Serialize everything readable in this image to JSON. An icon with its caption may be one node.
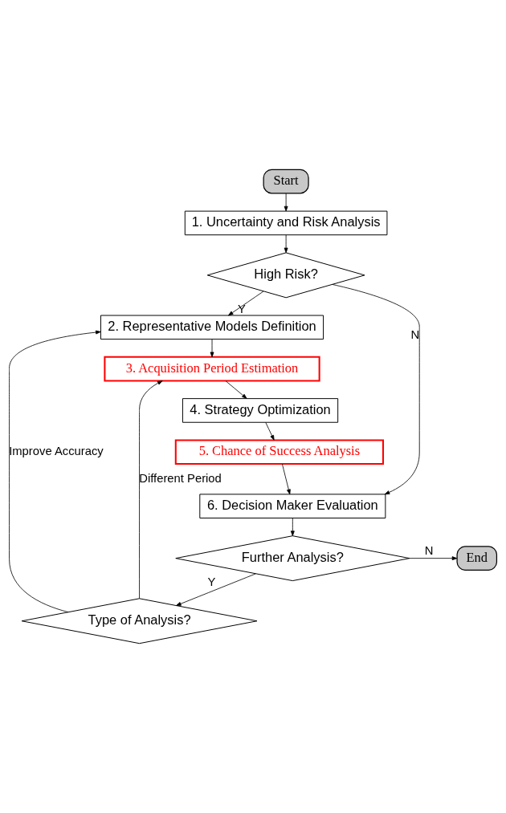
{
  "diagram": {
    "nodes": [
      {
        "text": [
          "Start"
        ]
      },
      {
        "text": [
          "1. Uncertainty and Risk Analysis"
        ]
      },
      {
        "text": [
          "High Risk?"
        ]
      },
      {
        "text": [
          "2. Representative Models Definition"
        ]
      },
      {
        "text": [
          "3. Acquisition Period Estimation"
        ]
      },
      {
        "text": [
          "4. Strategy Optimization"
        ]
      },
      {
        "text": [
          "5. Chance of Success Analysis"
        ]
      },
      {
        "text": [
          "6. Decision Maker Evaluation"
        ]
      },
      {
        "text": [
          "Further Analysis?"
        ]
      },
      {
        "text": [
          "End"
        ]
      },
      {
        "text": [
          "Type of Analysis?"
        ]
      }
    ],
    "edges": [
      {
        "from": 0,
        "to": 1,
        "arrow": "to"
      },
      {
        "from": 1,
        "to": 2,
        "arrow": "to"
      },
      {
        "from": 2,
        "to": 3,
        "arrow": "to",
        "label": "Y"
      },
      {
        "from": 2,
        "to": 7,
        "arrow": "to",
        "label": "N"
      },
      {
        "from": 3,
        "to": 4,
        "arrow": "to"
      },
      {
        "from": 4,
        "to": 5,
        "arrow": "to"
      },
      {
        "from": 5,
        "to": 6,
        "arrow": "to"
      },
      {
        "from": 6,
        "to": 7,
        "arrow": "to"
      },
      {
        "from": 7,
        "to": 8,
        "arrow": "to"
      },
      {
        "from": 8,
        "to": 9,
        "arrow": "to",
        "label": "N"
      },
      {
        "from": 8,
        "to": 10,
        "arrow": "to",
        "label": "Y"
      },
      {
        "from": 10,
        "to": 3,
        "arrow": "to",
        "label": "Improve Accuracy"
      },
      {
        "from": 10,
        "to": 4,
        "arrow": "to",
        "label": "Different Period"
      }
    ]
  }
}
